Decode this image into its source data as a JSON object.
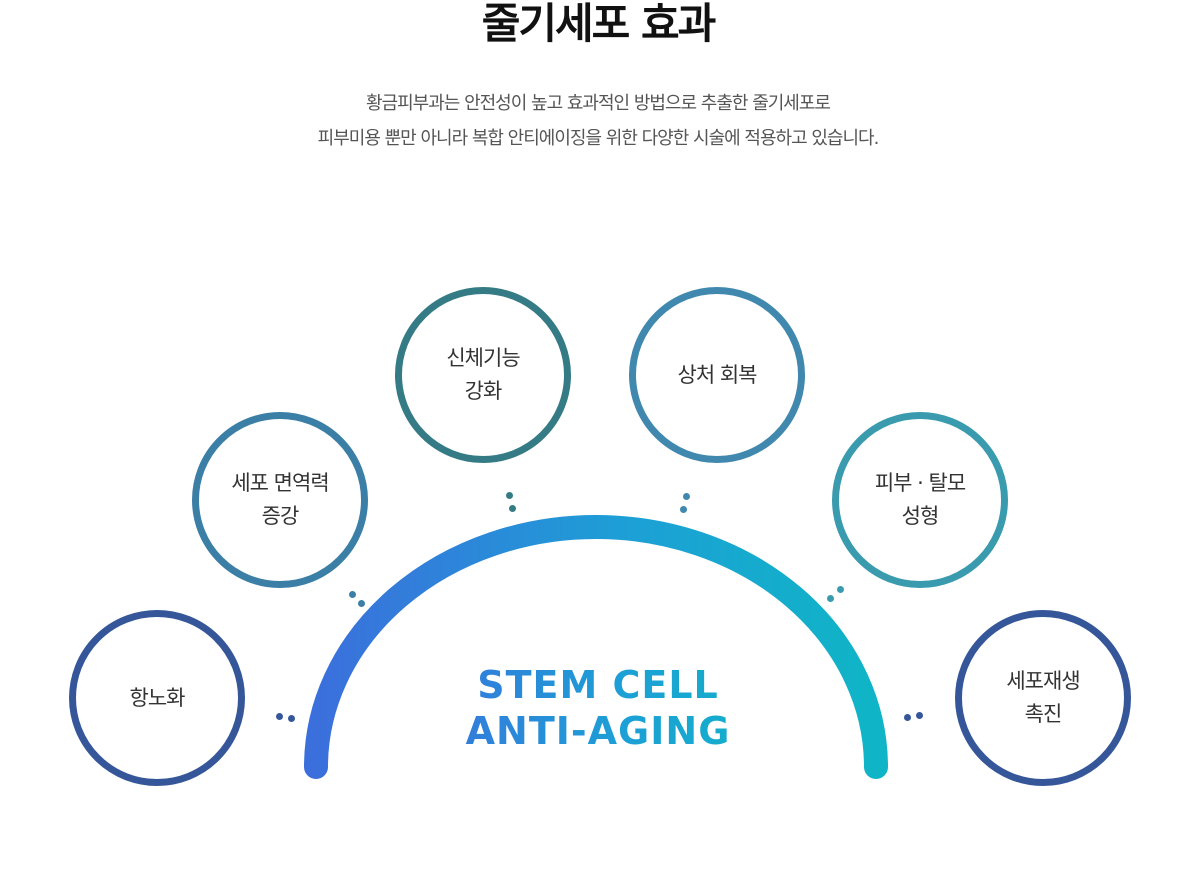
{
  "header": {
    "title": "줄기세포 효과",
    "desc_line1": "황금피부과는 안전성이 높고 효과적인 방법으로 추출한 줄기세포로",
    "desc_line2": "피부미용 뿐만 아니라 복합 안티에이징을 위한 다양한 시술에 적용하고 있습니다."
  },
  "diagram": {
    "center": {
      "line1": "STEM CELL",
      "line2": "ANTI-AGING"
    },
    "effects": [
      {
        "label": "항노화",
        "color": "#35579a"
      },
      {
        "label": "세포 면역력\n증강",
        "color": "#3b7fa7"
      },
      {
        "label": "신체기능\n강화",
        "color": "#357b85"
      },
      {
        "label": "상처 회복",
        "color": "#4088ae"
      },
      {
        "label": "피부 · 탈모\n성형",
        "color": "#3b9bae"
      },
      {
        "label": "세포재생\n촉진",
        "color": "#35579a"
      }
    ],
    "arc_gradient": [
      "#3b6fdc",
      "#1d9fd6",
      "#0fb5c6"
    ]
  }
}
